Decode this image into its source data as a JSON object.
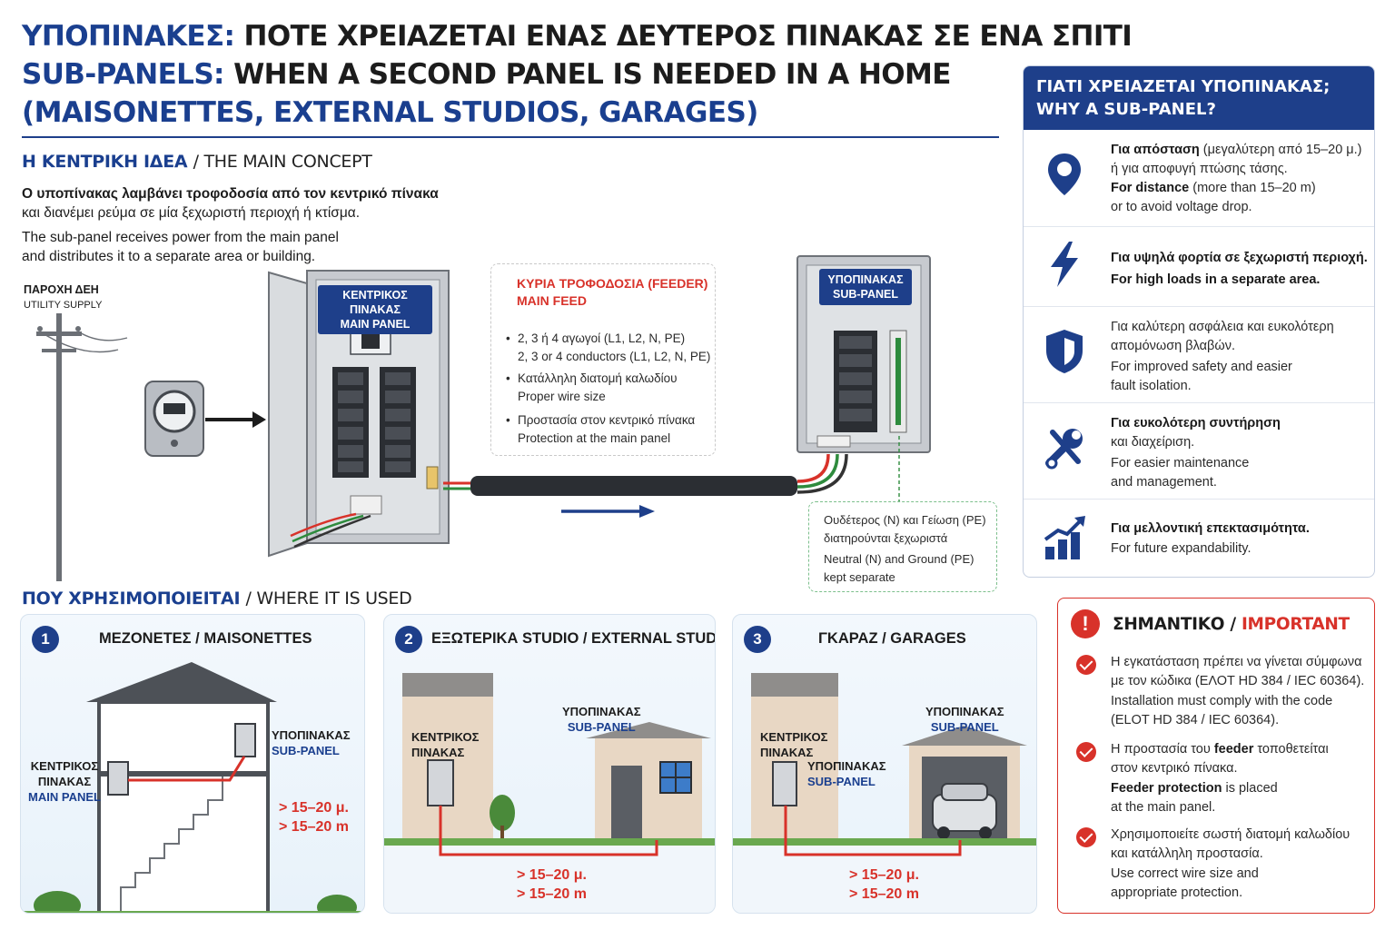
{
  "title": {
    "line1_accent": "ΥΠΟΠΙΝΑΚΕΣ:",
    "line1_rest": "ΠΟΤΕ ΧΡΕΙΑΖΕΤΑΙ ΕΝΑΣ ΔΕΥΤΕΡΟΣ ΠΙΝΑΚΑΣ ΣΕ ΕΝΑ ΣΠΙΤΙ",
    "line2_accent": "SUB-PANELS:",
    "line2_rest": "WHEN A SECOND PANEL IS NEEDED IN A HOME",
    "line3": "(MAISONETTES, EXTERNAL STUDIOS, GARAGES)"
  },
  "concept": {
    "heading_gr": "Η ΚΕΝΤΡΙΚΗ ΙΔΕΑ",
    "heading_en": "/ THE MAIN CONCEPT",
    "gr_line1": "Ο υποπίνακας λαμβάνει τροφοδοσία από τον κεντρικό πίνακα",
    "gr_line2": "και διανέμει ρεύμα σε μία ξεχωριστή περιοχή ή κτίσμα.",
    "en_line1": "The sub-panel receives power from the main panel",
    "en_line2": "and distributes it to a separate area or building."
  },
  "diagram": {
    "utility_gr": "ΠΑΡΟΧΗ ΔΕΗ",
    "utility_en": "UTILITY SUPPLY",
    "main_panel_gr": "ΚΕΝΤΡΙΚΟΣ ΠΙΝΑΚΑΣ",
    "main_panel_en": "MAIN PANEL",
    "sub_panel_gr": "ΥΠΟΠΙΝΑΚΑΣ",
    "sub_panel_en": "SUB-PANEL",
    "feeder": {
      "title_gr": "ΚΥΡΙΑ ΤΡΟΦΟΔΟΣΙΑ (FEEDER)",
      "title_en": "MAIN FEED",
      "b1_gr": "2, 3 ή 4 αγωγοί (L1, L2, N, PE)",
      "b1_en": "2, 3 or 4 conductors (L1, L2, N, PE)",
      "b2_gr": "Κατάλληλη διατομή καλωδίου",
      "b2_en": "Proper wire size",
      "b3_gr": "Προστασία στον κεντρικό πίνακα",
      "b3_en": "Protection at the main panel",
      "bullet": "•"
    },
    "neutral": {
      "gr1": "Ουδέτερος (N) και Γείωση (PE)",
      "gr2": "διατηρούνται ξεχωριστά",
      "en1": "Neutral (N) and Ground (PE)",
      "en2": "kept separate"
    }
  },
  "uses": {
    "heading_gr": "ΠΟΥ ΧΡΗΣΙΜΟΠΟΙΕΙΤΑΙ",
    "heading_en": "/ WHERE IT IS USED",
    "cards": [
      {
        "num": "1",
        "title": "ΜΕΖΟΝΕΤΕΣ / MAISONETTES",
        "main_gr1": "ΚΕΝΤΡΙΚΟΣ",
        "main_gr2": "ΠΙΝΑΚΑΣ",
        "main_en": "MAIN PANEL",
        "sub_gr": "ΥΠΟΠΙΝΑΚΑΣ",
        "sub_en": "SUB-PANEL",
        "dist_gr": "> 15–20 μ.",
        "dist_en": "> 15–20 m"
      },
      {
        "num": "2",
        "title": "ΕΞΩΤΕΡΙΚΑ STUDIO / EXTERNAL STUDIOS",
        "main_gr1": "ΚΕΝΤΡΙΚΟΣ",
        "main_gr2": "ΠΙΝΑΚΑΣ",
        "sub_gr": "ΥΠΟΠΙΝΑΚΑΣ",
        "sub_en": "SUB-PANEL",
        "dist_gr": "> 15–20 μ.",
        "dist_en": "> 15–20 m"
      },
      {
        "num": "3",
        "title": "ΓΚΑΡΑΖ / GARAGES",
        "main_gr1": "ΚΕΝΤΡΙΚΟΣ",
        "main_gr2": "ΠΙΝΑΚΑΣ",
        "sub_gr": "ΥΠΟΠΙΝΑΚΑΣ",
        "sub_en": "SUB-PANEL",
        "sub2_gr": "ΥΠΟΠΙΝΑΚΑΣ",
        "sub2_en": "SUB-PANEL",
        "dist_gr": "> 15–20 μ.",
        "dist_en": "> 15–20 m"
      }
    ]
  },
  "why": {
    "heading_gr": "ΓΙΑΤΙ ΧΡΕΙΑΖΕΤΑΙ ΥΠΟΠΙΝΑΚΑΣ;",
    "heading_en": "WHY A SUB-PANEL?",
    "items": [
      {
        "icon": "location-pin-icon",
        "gr_b": "Για απόσταση",
        "gr_r": " (μεγαλύτερη από 15–20 μ.)",
        "gr2": "ή για αποφυγή πτώσης τάσης.",
        "en_b": "For distance",
        "en_r": " (more than 15–20 m)",
        "en2": "or to avoid voltage drop."
      },
      {
        "icon": "lightning-bolt-icon",
        "gr_b": "Για υψηλά φορτία σε ξεχωριστή περιοχή.",
        "en_b": "For high loads in a separate area."
      },
      {
        "icon": "shield-icon",
        "gr1": "Για καλύτερη ασφάλεια και ευκολότερη",
        "gr2": "απομόνωση βλαβών.",
        "en1": "For improved safety and easier",
        "en2": "fault isolation."
      },
      {
        "icon": "wrench-screwdriver-icon",
        "gr_b": "Για ευκολότερη συντήρηση",
        "gr2": "και διαχείριση.",
        "en1": "For easier maintenance",
        "en2": "and management."
      },
      {
        "icon": "growth-chart-icon",
        "gr_b": "Για μελλοντική επεκτασιμότητα.",
        "en1": "For future expandability."
      }
    ]
  },
  "important": {
    "heading_gr": "ΣΗΜΑΝΤΙΚΟ /",
    "heading_en": "IMPORTANT",
    "icon": "exclamation-icon",
    "items": [
      {
        "gr1": "Η εγκατάσταση πρέπει να γίνεται σύμφωνα",
        "gr2": "με τον κώδικα (ΕΛΟΤ HD 384 / IEC 60364).",
        "en1": "Installation must comply with the code",
        "en2": "(ELOT HD 384 / IEC 60364)."
      },
      {
        "gr1a": "Η προστασία του ",
        "gr1b": "feeder",
        "gr1c": " τοποθετείται",
        "gr2": "στον κεντρικό πίνακα.",
        "en1a": "Feeder protection",
        "en1b": " is placed",
        "en2": "at the main panel."
      },
      {
        "gr1": "Χρησιμοποιείτε σωστή διατομή καλωδίου",
        "gr2": "και κατάλληλη προστασία.",
        "en1": "Use correct wire size and",
        "en2": "appropriate protection."
      }
    ]
  },
  "colors": {
    "navy": "#1e3f8a",
    "red": "#d8322a",
    "panel_gray": "#c9ccd1",
    "breaker": "#2b2e33"
  }
}
